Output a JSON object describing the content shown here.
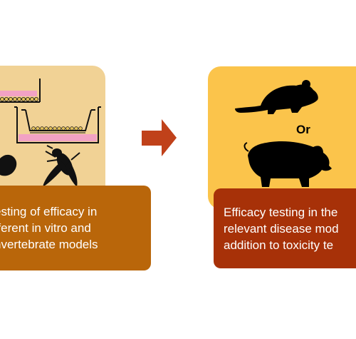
{
  "left": {
    "caption_lines": [
      "esting of efficacy in",
      "fferent in vitro and",
      "nvertebrate models"
    ]
  },
  "right": {
    "separator": "Or",
    "caption_lines": [
      "Efficacy testing in the",
      "relevant disease mod",
      "addition to toxicity te"
    ]
  },
  "icons": {
    "cell_culture": "cell-culture-icon",
    "transwell": "transwell-insert-icon",
    "worm": "worm-icon",
    "fly": "fly-icon",
    "arrow": "arrow-right-icon",
    "mouse": "mouse-icon",
    "pig": "pig-icon"
  },
  "colors": {
    "left_panel": "#f1d295",
    "left_caption": "#b9660a",
    "right_panel": "#fbc44b",
    "right_caption": "#a73108",
    "arrow": "#c0411a"
  }
}
